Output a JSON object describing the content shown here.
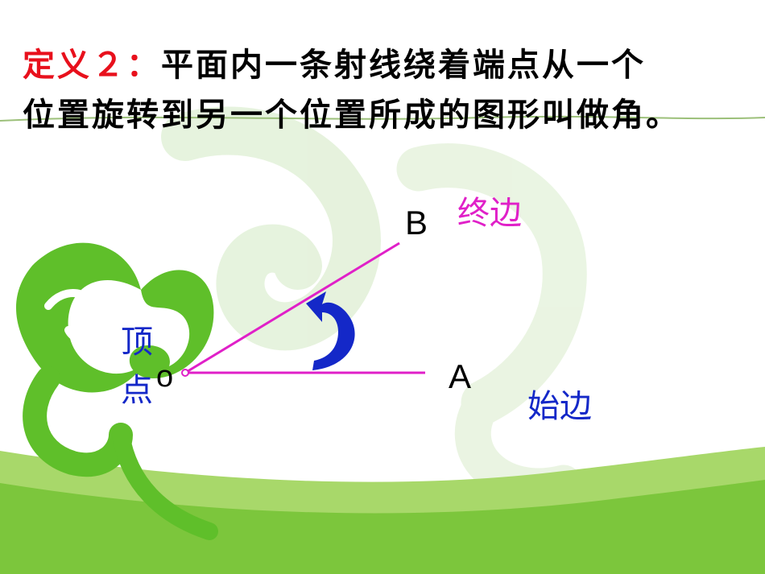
{
  "definition": {
    "prefix": "定义２：",
    "text_line1": "平面内一条射线绕着端点从一个",
    "text_line2": "位置旋转到另一个位置所成的图形叫做角。"
  },
  "diagram": {
    "point_b": "B",
    "point_a": "A",
    "point_o": "o",
    "terminal_side": "终边",
    "initial_side": "始边",
    "vertex_char1": "顶",
    "vertex_char2": "点"
  },
  "colors": {
    "title_prefix": "#e8101c",
    "ray": "#e020c8",
    "arrow": "#1428c8",
    "background_green": "#5fbf2a",
    "background_light": "#dff0c8"
  }
}
